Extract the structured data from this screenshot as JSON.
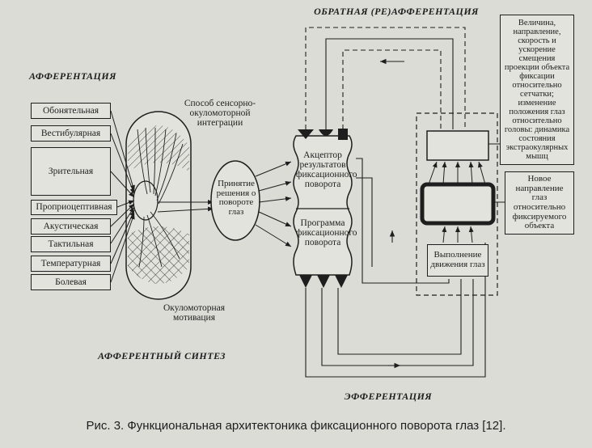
{
  "title_top": "ОБРАТНАЯ (РЕ)АФФЕРЕНТАЦИЯ",
  "afferentation_label": "АФФЕРЕНТАЦИЯ",
  "afferent_synthesis_label": "АФФЕРЕНТНЫЙ СИНТЕЗ",
  "efferentation_label": "ЭФФЕРЕНТАЦИЯ",
  "sensory_inputs": [
    "Обонятельная",
    "Вестибулярная",
    "Зрительная",
    "Проприоцептивная",
    "Акустическая",
    "Тактильная",
    "Температурная",
    "Болевая"
  ],
  "integration_label": "Способ сенсорно-окуломоторной интеграции",
  "motivation_label": "Окуломоторная мотивация",
  "decision_label": "Принятие решения о повороте глаз",
  "acceptor_label": "Акцептор результатов фиксационного поворота",
  "program_label": "Программа фиксационного поворота",
  "execution_label": "Выполнение движения глаз",
  "parameters_label": "Величина, направление, скорость и ускорение смещения проекции объекта фиксации относительно сетчатки; изменение положения глаз относительно головы: динамика состояния экстраокулярных мышц",
  "new_direction_label": "Новое направление глаз относительно фиксируемого объекта",
  "caption": "Рис. 3. Функциональная архитектоника фиксационного поворота глаз [12]."
}
